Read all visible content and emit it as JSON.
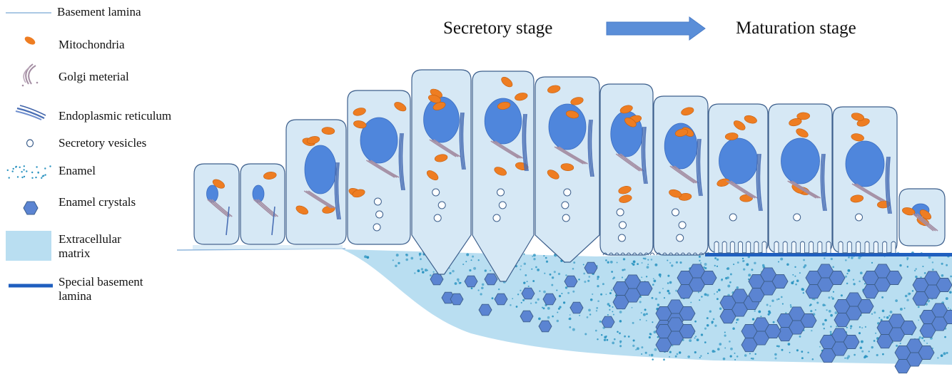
{
  "header": {
    "secretory": "Secretory stage",
    "maturation": "Maturation stage"
  },
  "legend": {
    "items": [
      {
        "label": "Basement lamina",
        "icon": "thin-line-icon"
      },
      {
        "label": "Mitochondria",
        "icon": "mitochondria-icon"
      },
      {
        "label": "Golgi meterial",
        "icon": "golgi-icon"
      },
      {
        "label": "Endoplasmic reticulum",
        "icon": "er-icon"
      },
      {
        "label": "Secretory vesicles",
        "icon": "vesicle-icon"
      },
      {
        "label": "Enamel",
        "icon": "enamel-dots-icon"
      },
      {
        "label": "Enamel crystals",
        "icon": "hexagon-icon"
      },
      {
        "label": "Extracellular\nmatrix",
        "icon": "matrix-swatch-icon"
      },
      {
        "label": "Special basement\nlamina",
        "icon": "thick-line-icon"
      }
    ]
  },
  "colors": {
    "cell_fill": "#d6e8f5",
    "cell_stroke": "#3d5f8c",
    "nucleus": "#4f86dc",
    "mitochondria": "#ee7d22",
    "golgi": "#a48ea3",
    "er": "#4a6fb5",
    "enamel_dot": "#2a93c0",
    "crystal": "#5b84d2",
    "matrix": "#b9def1",
    "special_lamina": "#1f5fbf",
    "arrow": "#5a8ed8"
  }
}
